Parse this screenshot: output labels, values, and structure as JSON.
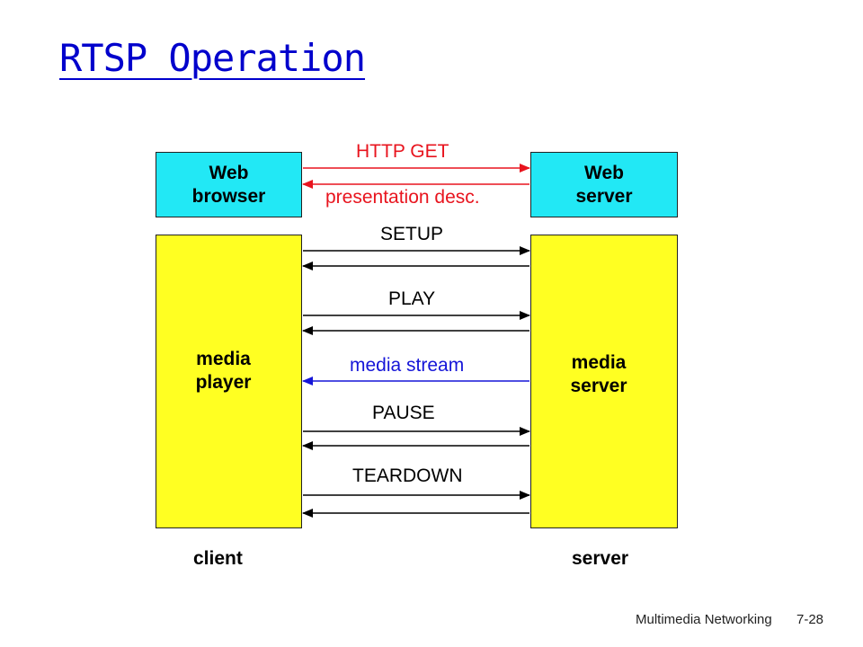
{
  "title": "RTSP Operation",
  "boxes": {
    "web_browser": "Web\nbrowser",
    "web_server": "Web\nserver",
    "media_player": "media\nplayer",
    "media_server": "media\nserver"
  },
  "messages": {
    "http_get": "HTTP GET",
    "presentation_desc": "presentation desc.",
    "setup": "SETUP",
    "play": "PLAY",
    "media_stream": "media stream",
    "pause": "PAUSE",
    "teardown": "TEARDOWN"
  },
  "sides": {
    "client": "client",
    "server": "server"
  },
  "footer": {
    "course": "Multimedia Networking",
    "page": "7-28"
  },
  "colors": {
    "red": "#e8141e",
    "blue": "#1515d8",
    "black": "#000000",
    "cyan": "#22e8f5",
    "yellow": "#ffff22"
  }
}
